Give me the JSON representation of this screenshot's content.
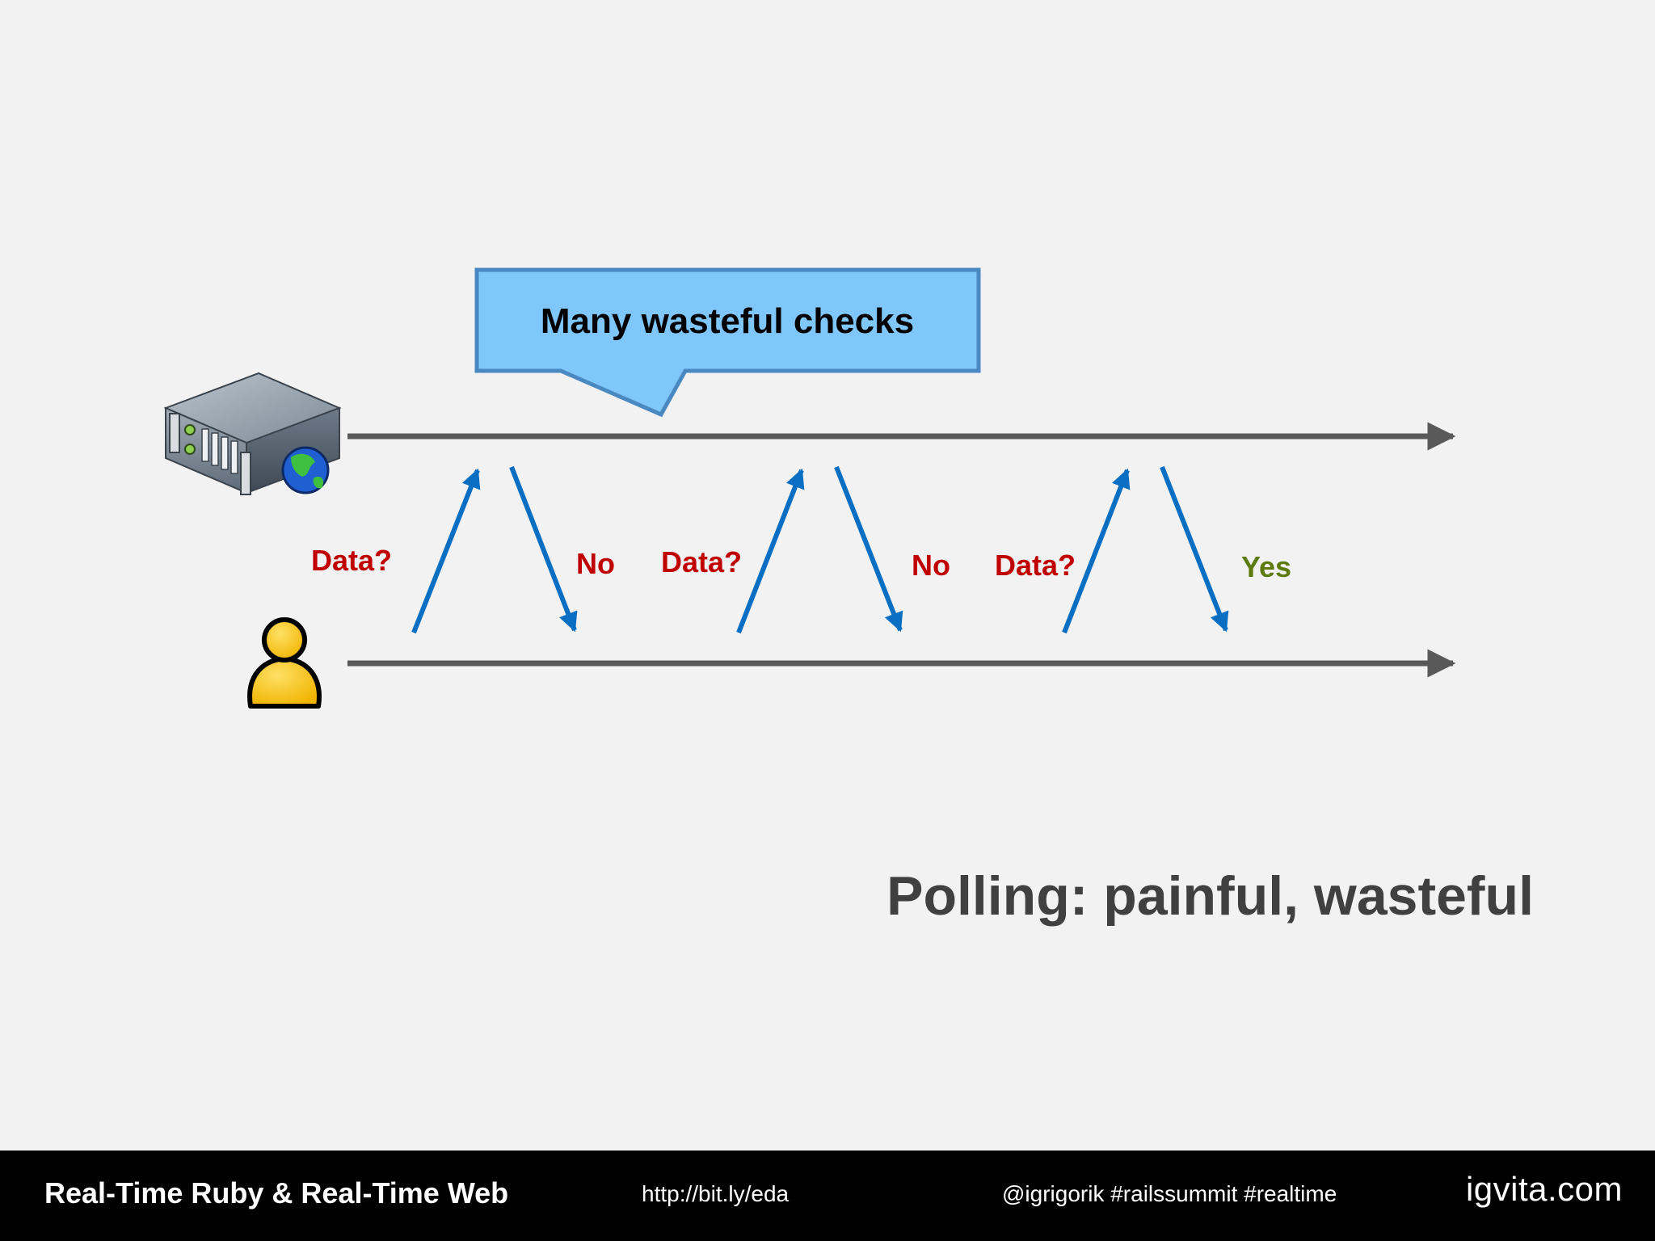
{
  "diagram": {
    "callout": "Many wasteful checks",
    "requests": [
      {
        "question": "Data?",
        "answer": "No"
      },
      {
        "question": "Data?",
        "answer": "No"
      },
      {
        "question": "Data?",
        "answer": "Yes"
      }
    ],
    "icons": {
      "server": "server-globe-icon",
      "client": "user-icon"
    },
    "colors": {
      "timeline": "#595959",
      "arrow": "#0a6fc2",
      "question": "#c00000",
      "answer_no": "#c00000",
      "answer_yes": "#5d7a0f",
      "callout_fill": "#7fc6fa",
      "callout_border": "#4a88c2"
    }
  },
  "subtitle": "Polling: painful, wasteful",
  "footer": {
    "title": "Real-Time Ruby & Real-Time Web",
    "link": "http://bit.ly/eda",
    "tags": "@igrigorik #railssummit #realtime",
    "brand": "igvita.com"
  }
}
